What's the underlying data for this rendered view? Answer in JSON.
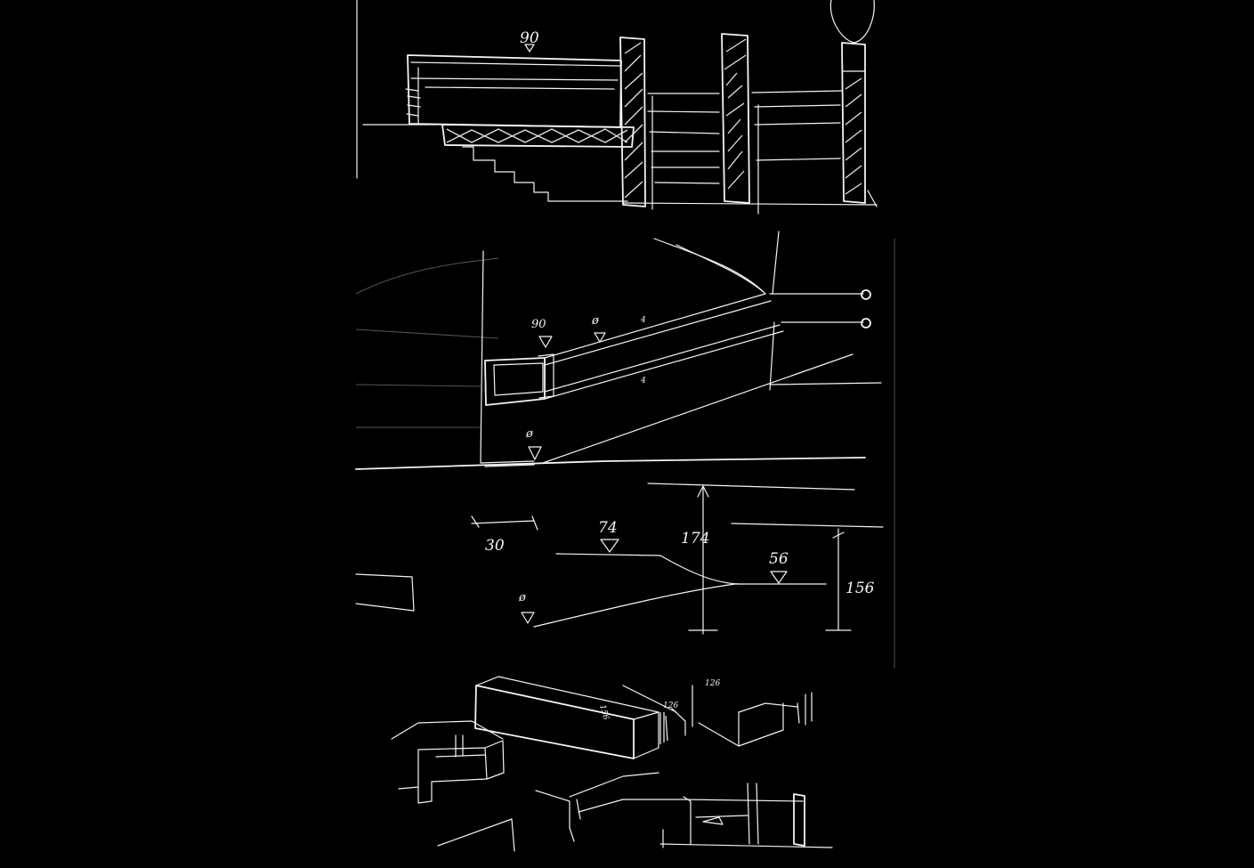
{
  "section_top": {
    "level": "90"
  },
  "section_ramp": {
    "level_start": "90",
    "level_mid": "ø",
    "tick_label": "4",
    "tick_label_lower": "4",
    "level_ground": "ø"
  },
  "section_levels": {
    "offset": "30",
    "level_left": "74",
    "height_a": "174",
    "level_right": "56",
    "height_b": "156",
    "level_bottom": "ø"
  },
  "axonometric": {
    "dim_a": "156",
    "dim_b": "126",
    "dim_c": "126"
  }
}
